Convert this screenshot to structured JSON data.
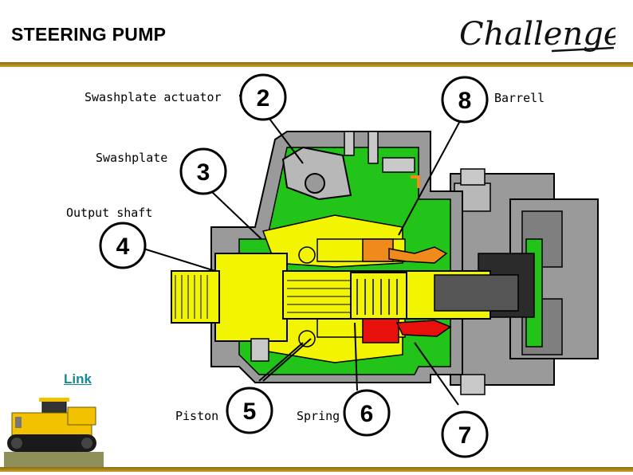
{
  "header": {
    "title": "STEERING PUMP",
    "logo_text": "Challenger"
  },
  "link": {
    "label": "Link"
  },
  "labels": {
    "swashplate_actuator": "Swashplate actuator",
    "swashplate": "Swashplate",
    "output_shaft": "Output shaft",
    "barrell": "Barrell",
    "piston": "Piston",
    "spring": "Spring"
  },
  "callouts": {
    "c2": "2",
    "c3": "3",
    "c4": "4",
    "c5": "5",
    "c6": "6",
    "c7": "7",
    "c8": "8"
  },
  "colors": {
    "accent_rule": "#b8941f",
    "housing_green": "#22c41a",
    "part_yellow": "#f3f500",
    "oil_orange": "#f08a1a",
    "oil_red": "#e8100c",
    "body_gray": "#999999"
  }
}
